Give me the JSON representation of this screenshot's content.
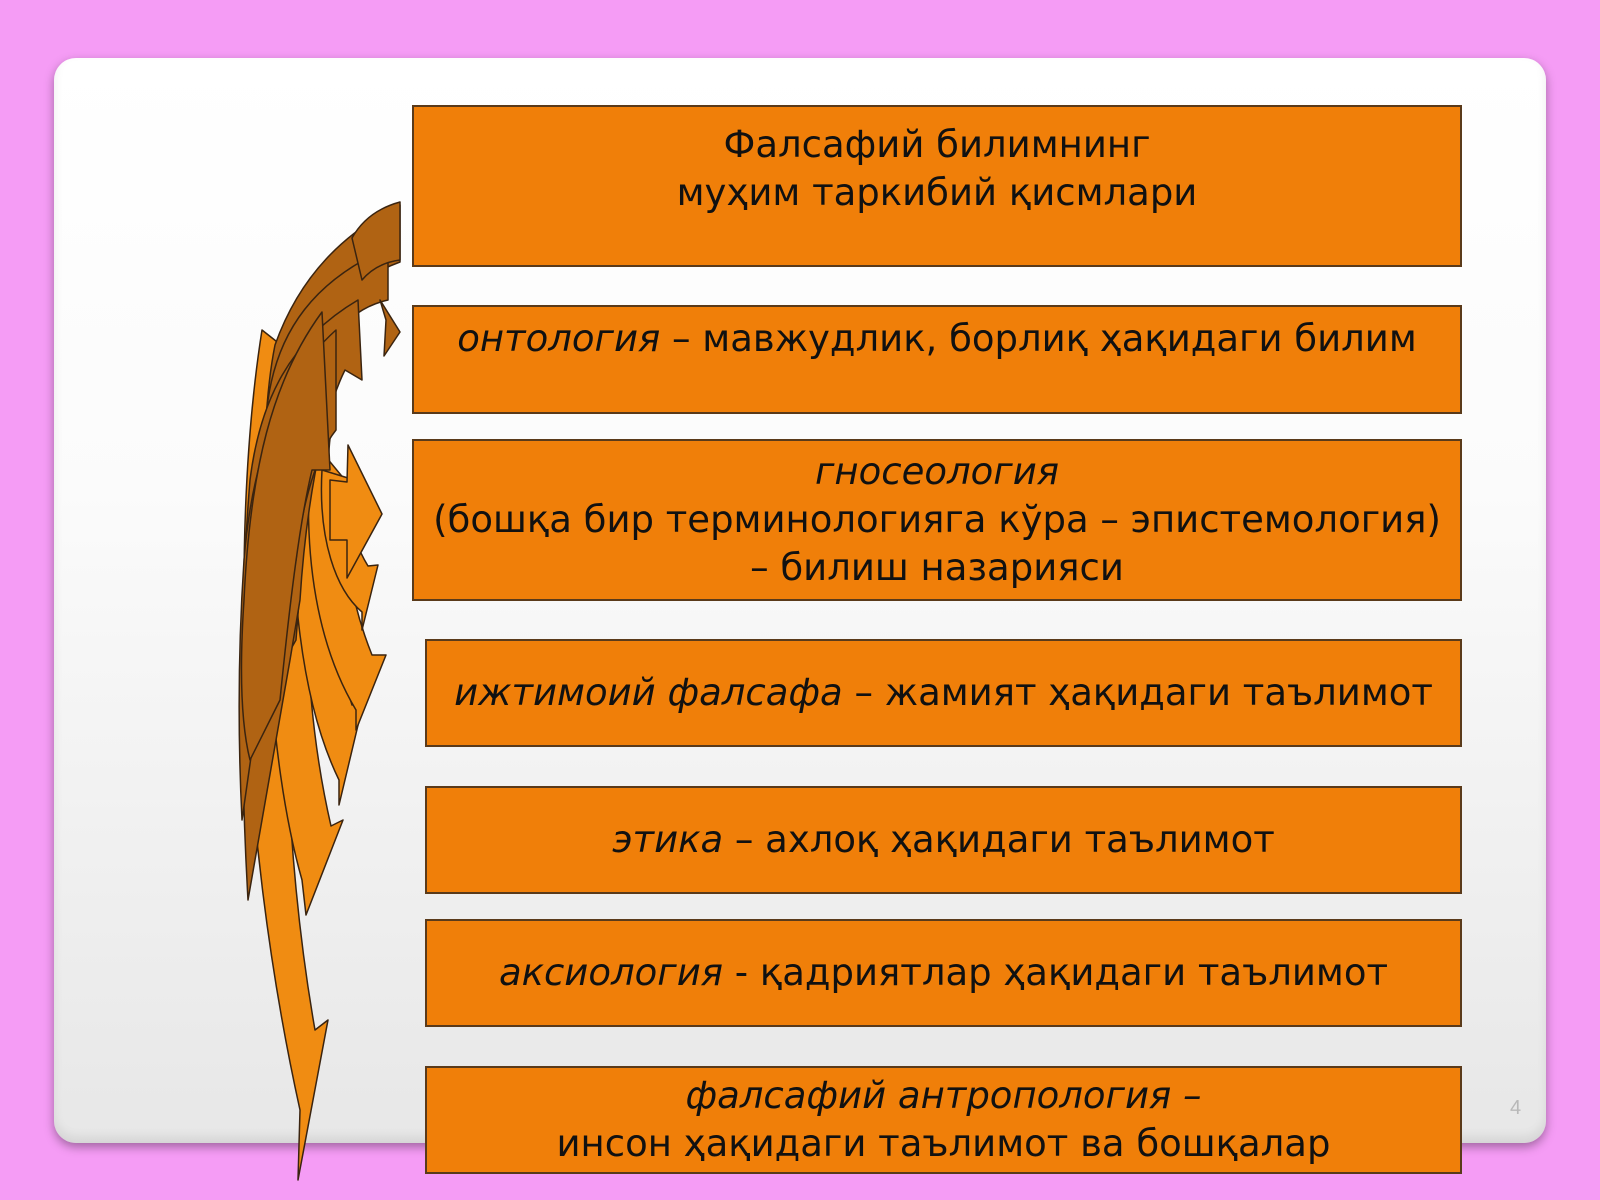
{
  "title_box": {
    "line1": "Фалсафий билимнинг",
    "line2": "муҳим таркибий қисмлари"
  },
  "items": [
    {
      "term": "онтология",
      "rest": " – мавжудлик, борлиқ ҳақидаги билим"
    },
    {
      "term": "гносеология",
      "line2": "(бошқа бир терминологияга кўра – эпистемология)",
      "line3": "– билиш назарияси"
    },
    {
      "term": "ижтимоий фалсафа",
      "rest": " – жамият ҳақидаги таълимот"
    },
    {
      "term": "этика",
      "rest": " – ахлоқ ҳақидаги таълимот"
    },
    {
      "term": "аксиология",
      "rest": " - қадриятлар ҳақидаги таълимот"
    },
    {
      "term": "фалсафий антропология –",
      "line2": "инсон ҳақидаги таълимот ва бошқалар"
    }
  ],
  "page_number": "4",
  "colors": {
    "background": "#f59cf5",
    "box_fill": "#f07f09",
    "arrow_dark": "#b06313",
    "arrow_light": "#f08c12",
    "outline": "#5a3a1a"
  }
}
